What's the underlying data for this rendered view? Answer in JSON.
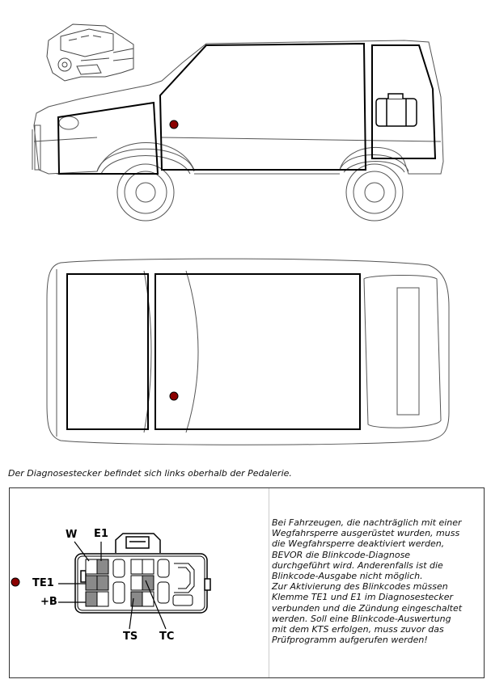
{
  "caption": "Der Diagnosestecker befindet sich links oberhalb der Pedalerie.",
  "connector_labels": {
    "w": "W",
    "e1": "E1",
    "te1": "TE1",
    "plus_b": "+B",
    "ts": "TS",
    "tc": "TC"
  },
  "note_lines": [
    "Bei Fahrzeugen, die nachträglich mit einer",
    "Wegfahrsperre ausgerüstet wurden, muss",
    "die Wegfahrsperre deaktiviert werden,",
    "BEVOR die Blinkcode-Diagnose",
    "durchgeführt wird. Anderenfalls ist die",
    "Blinkcode-Ausgabe nicht möglich.",
    "Zur Aktivierung des Blinkcodes müssen",
    "Klemme TE1 und E1 im Diagnosestecker",
    "verbunden und die Zündung eingeschaltet",
    "werden. Soll eine Blinkcode-Auswertung",
    "mit dem KTS erfolgen, muss zuvor das",
    "Prüfprogramm aufgerufen werden!"
  ],
  "colors": {
    "location_marker": "#8b0000",
    "outline": "#000000",
    "body_line": "#555555",
    "pin_shade": "#8a8a8a"
  }
}
